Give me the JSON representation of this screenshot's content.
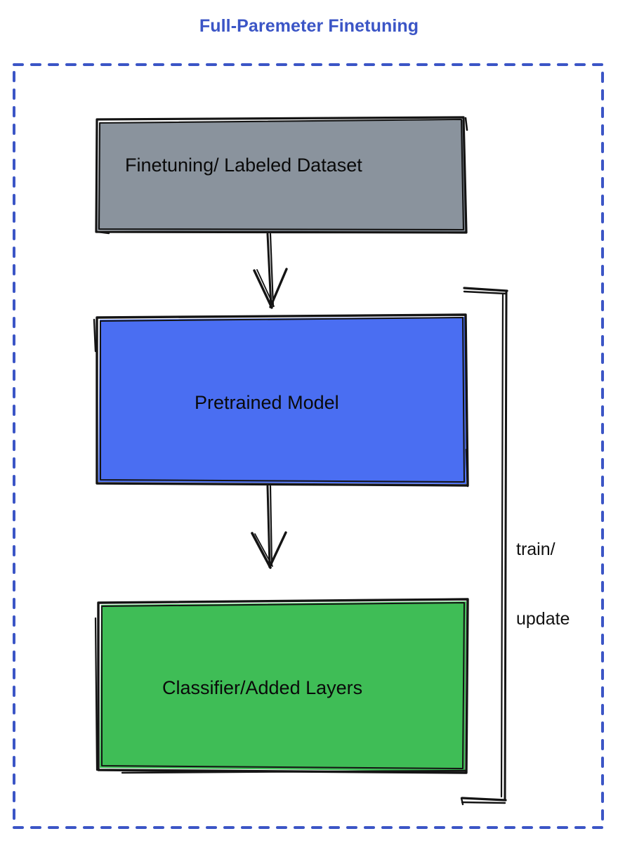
{
  "diagram": {
    "title": "Full-Paremeter Finetuning",
    "title_color": "#3b55c6",
    "frame": {
      "border_style": "dashed",
      "border_color": "#3b55c6"
    },
    "nodes": [
      {
        "id": "dataset",
        "label": "Finetuning/ Labeled Dataset",
        "fill": "#8a939d",
        "stroke": "#111111",
        "shape": "rectangle"
      },
      {
        "id": "pretrained",
        "label": "Pretrained Model",
        "fill": "#4a6ef2",
        "stroke": "#111111",
        "shape": "rectangle"
      },
      {
        "id": "classifier",
        "label": "Classifier/Added Layers",
        "fill": "#3fbd56",
        "stroke": "#111111",
        "shape": "rectangle"
      }
    ],
    "edges": [
      {
        "id": "dataset-to-pretrained",
        "from": "dataset",
        "to": "pretrained",
        "kind": "arrow-down",
        "label": ""
      },
      {
        "id": "pretrained-to-classifier",
        "from": "pretrained",
        "to": "classifier",
        "kind": "arrow-down",
        "label": ""
      },
      {
        "id": "feedback-bracket",
        "from": "classifier",
        "to": "pretrained",
        "kind": "bracket",
        "label_line1": "train/",
        "label_line2": "update"
      }
    ],
    "annotations": {
      "side_label_line1": "train/",
      "side_label_line2": "update"
    }
  }
}
